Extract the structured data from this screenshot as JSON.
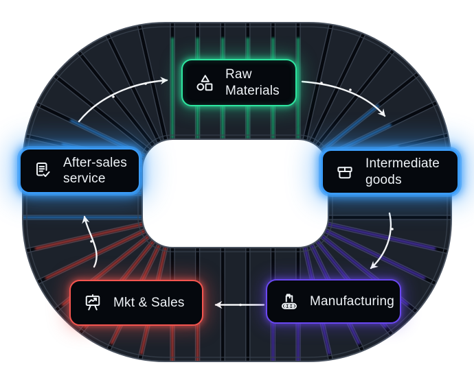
{
  "diagram": {
    "type": "cycle",
    "flow_direction": "clockwise",
    "nodes": [
      {
        "id": "raw-materials",
        "label": "Raw Materials",
        "icon": "shapes-icon",
        "accent_color": "#2ee6a0"
      },
      {
        "id": "intermediate-goods",
        "label": "Intermediate goods",
        "icon": "package-icon",
        "accent_color": "#3b9cf8"
      },
      {
        "id": "manufacturing",
        "label": "Manufacturing",
        "icon": "conveyor-belt-icon",
        "accent_color": "#6a48f2"
      },
      {
        "id": "mkt-sales",
        "label": "Mkt & Sales",
        "icon": "presentation-chart-icon",
        "accent_color": "#f4554f"
      },
      {
        "id": "after-sales",
        "label": "After-sales service",
        "icon": "document-check-icon",
        "accent_color": "#3b9cf8"
      }
    ],
    "edges": [
      {
        "from": "after-sales",
        "to": "raw-materials"
      },
      {
        "from": "raw-materials",
        "to": "intermediate-goods"
      },
      {
        "from": "intermediate-goods",
        "to": "manufacturing"
      },
      {
        "from": "manufacturing",
        "to": "mkt-sales"
      },
      {
        "from": "mkt-sales",
        "to": "after-sales"
      }
    ],
    "ring": {
      "segment_fill": "#1c222b",
      "gap_color": "#06090f",
      "outline_color": "#49525f",
      "panel_edge_color": "#39414e",
      "arrow_color": "#f4f6f8"
    }
  }
}
